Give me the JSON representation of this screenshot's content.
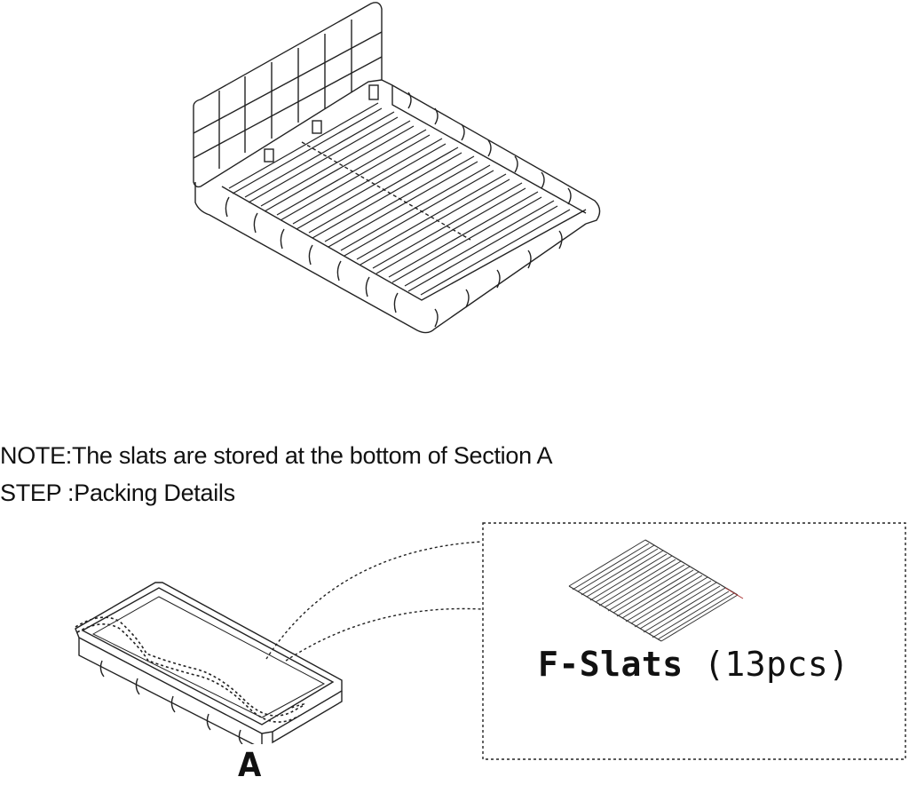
{
  "note": {
    "text": "NOTE:The slats are stored at the bottom of Section A"
  },
  "step": {
    "text": "STEP :Packing Details"
  },
  "package": {
    "section_label": "A"
  },
  "detail": {
    "part_name": "F-Slats",
    "part_quantity": "(13pcs)"
  }
}
